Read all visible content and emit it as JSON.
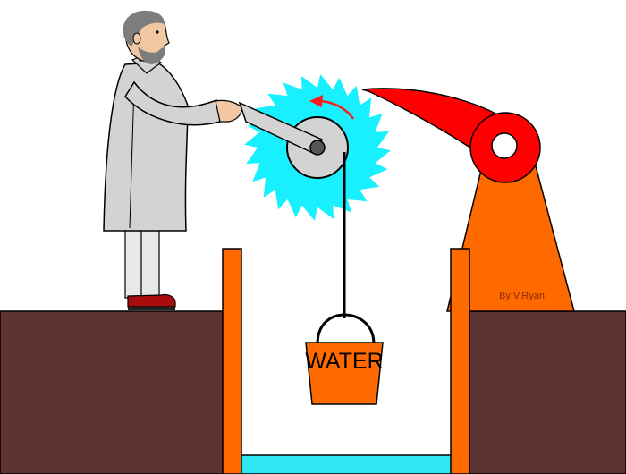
{
  "labels": {
    "bucket": "WATER",
    "credit": "By V.Ryan"
  },
  "colors": {
    "ground": "#5e3333",
    "orange": "#ff6a00",
    "ratchet_wheel": "#19f0ff",
    "pawl": "#ff0000",
    "water": "#2fe7f2",
    "coat": "#d3d3d3",
    "trousers": "#e8e8e8",
    "shoe": "#a80c0c",
    "hair": "#7d7d7d",
    "skin": "#f2c8a4",
    "arrow": "#ff1a1a",
    "outline": "#000000"
  },
  "icons": {
    "rotation": "curved-arrow-anticlockwise"
  }
}
